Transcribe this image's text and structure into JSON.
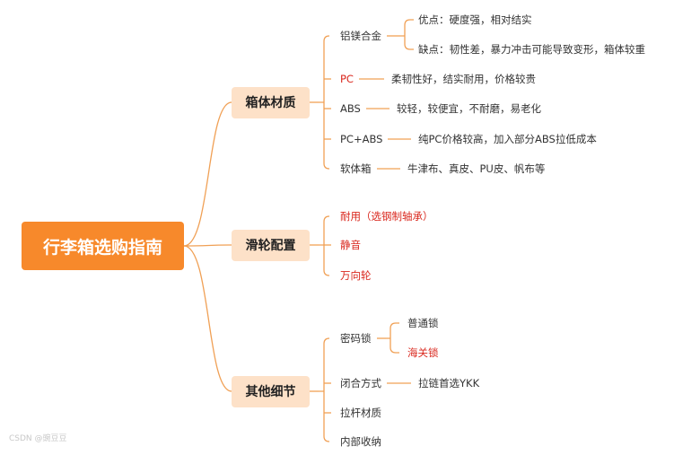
{
  "colors": {
    "line": "#f0a055",
    "root_bg": "#f7892b",
    "category_bg": "#fde1c8",
    "highlight_text": "#d9261c"
  },
  "root": {
    "label": "行李箱选购指南"
  },
  "categories": [
    {
      "label": "箱体材质",
      "items": [
        {
          "label": "铝镁合金",
          "highlight": false,
          "children": [
            {
              "label": "优点：硬度强，相对结实",
              "highlight": false
            },
            {
              "label": "缺点：韧性差，暴力冲击可能导致变形，箱体较重",
              "highlight": false
            }
          ]
        },
        {
          "label": "PC",
          "highlight": true,
          "children": [
            {
              "label": "柔韧性好，结实耐用，价格较贵",
              "highlight": false
            }
          ]
        },
        {
          "label": "ABS",
          "highlight": false,
          "children": [
            {
              "label": "较轻，较便宜，不耐磨，易老化",
              "highlight": false
            }
          ]
        },
        {
          "label": "PC+ABS",
          "highlight": false,
          "children": [
            {
              "label": "纯PC价格较高，加入部分ABS拉低成本",
              "highlight": false
            }
          ]
        },
        {
          "label": "软体箱",
          "highlight": false,
          "children": [
            {
              "label": "牛津布、真皮、PU皮、帆布等",
              "highlight": false
            }
          ]
        }
      ]
    },
    {
      "label": "滑轮配置",
      "items": [
        {
          "label": "耐用（选钢制轴承）",
          "highlight": true,
          "children": []
        },
        {
          "label": "静音",
          "highlight": true,
          "children": []
        },
        {
          "label": "万向轮",
          "highlight": true,
          "children": []
        }
      ]
    },
    {
      "label": "其他细节",
      "items": [
        {
          "label": "密码锁",
          "highlight": false,
          "children": [
            {
              "label": "普通锁",
              "highlight": false
            },
            {
              "label": "海关锁",
              "highlight": true
            }
          ]
        },
        {
          "label": "闭合方式",
          "highlight": false,
          "children": [
            {
              "label": "拉链首选YKK",
              "highlight": false
            }
          ]
        },
        {
          "label": "拉杆材质",
          "highlight": false,
          "children": []
        },
        {
          "label": "内部收纳",
          "highlight": false,
          "children": []
        }
      ]
    }
  ],
  "watermark": "CSDN @豌豆豆"
}
